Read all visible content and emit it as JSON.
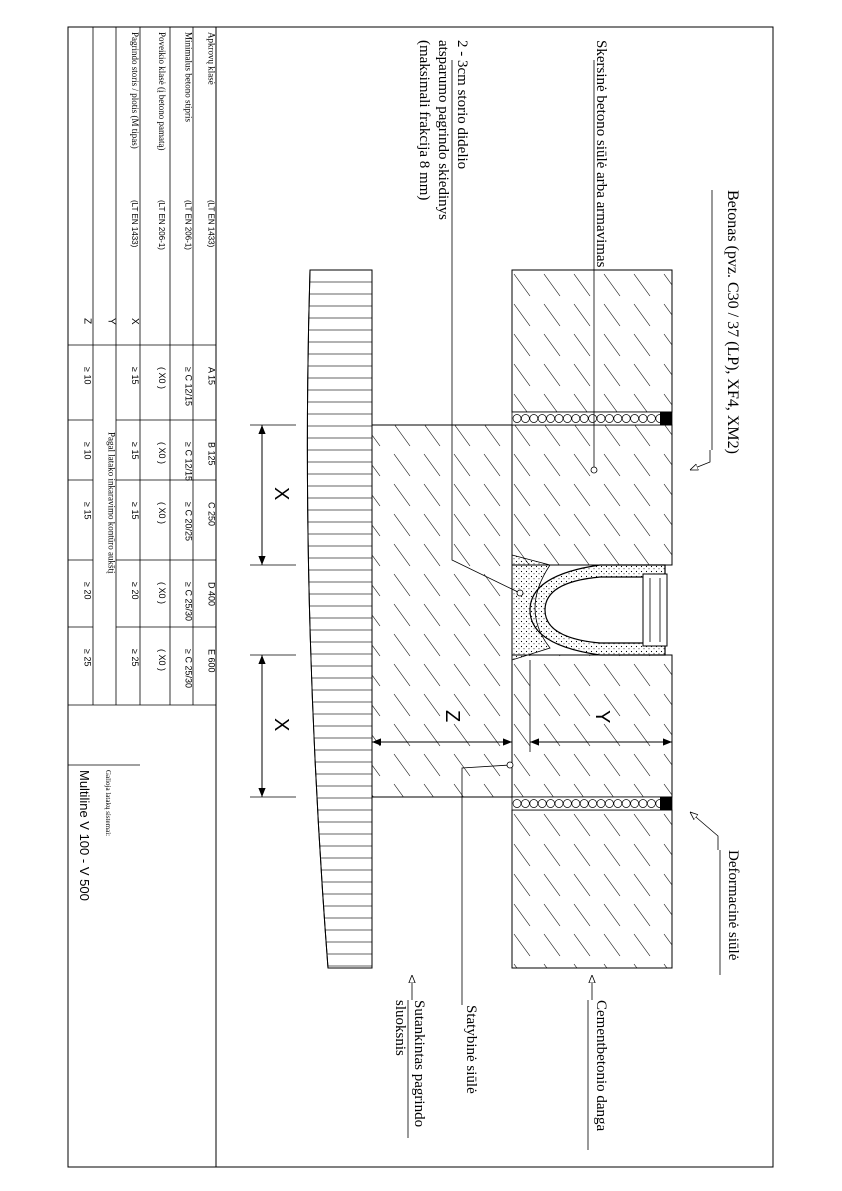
{
  "labels": {
    "betonas": "Betonas (pvz. C30 / 37 (LP), XF4, XM2)",
    "skersine": "Skersinė betono siūlė arba armavimas",
    "pagrindas_1": "2 - 3cm storio didelio",
    "pagrindas_2": "atsparumo pagrindo skiedinys",
    "pagrindas_3": "(maksimali frakcija 8 mm)",
    "deformacine": "Deformacinė siūlė",
    "cementbetonio": "Cementbetonio danga",
    "statybine": "Statybinė siūlė",
    "sutankintas_1": "Sutankintas pagrindo",
    "sutankintas_2": "sluoksnis",
    "dim_x": "X",
    "dim_y": "Y",
    "dim_z": "Z"
  },
  "table": {
    "rows": [
      {
        "label": "Apkrovų klasė",
        "std": "(LT EN 1433)",
        "values": [
          "A 15",
          "B 125",
          "C 250",
          "D 400",
          "E 600"
        ]
      },
      {
        "label": "Minimalus betono stipris",
        "std": "(LT EN 206-1)",
        "values": [
          "≥ C 12/15",
          "≥ C 12/15",
          "≥ C 20/25",
          "≥ C 25/30",
          "≥ C 25/30"
        ]
      },
      {
        "label": "Poveikio klasė (į betono pamatą)",
        "std": "(LT EN 206-1)",
        "values": [
          "( X0 )",
          "( X0 )",
          "( X0 )",
          "( X0 )",
          "( X0 )"
        ]
      },
      {
        "label": "Pagrindo storis / plotis (M tipas)",
        "std": "(LT EN 1433)",
        "dim": "X",
        "values": [
          "≥ 15",
          "≥ 15",
          "≥ 15",
          "≥ 20",
          "≥ 25"
        ]
      },
      {
        "label": "",
        "std": "",
        "dim": "Y",
        "merged": "Pagal latako inkaravimo kontūro aukštį"
      },
      {
        "label": "",
        "std": "",
        "dim": "Z",
        "values": [
          "≥ 10",
          "≥ 10",
          "≥ 15",
          "≥ 20",
          "≥ 25"
        ]
      }
    ],
    "system_caption": "Galioja latakų sistemai:",
    "system_name": "Multiline V 100 - V 500"
  }
}
